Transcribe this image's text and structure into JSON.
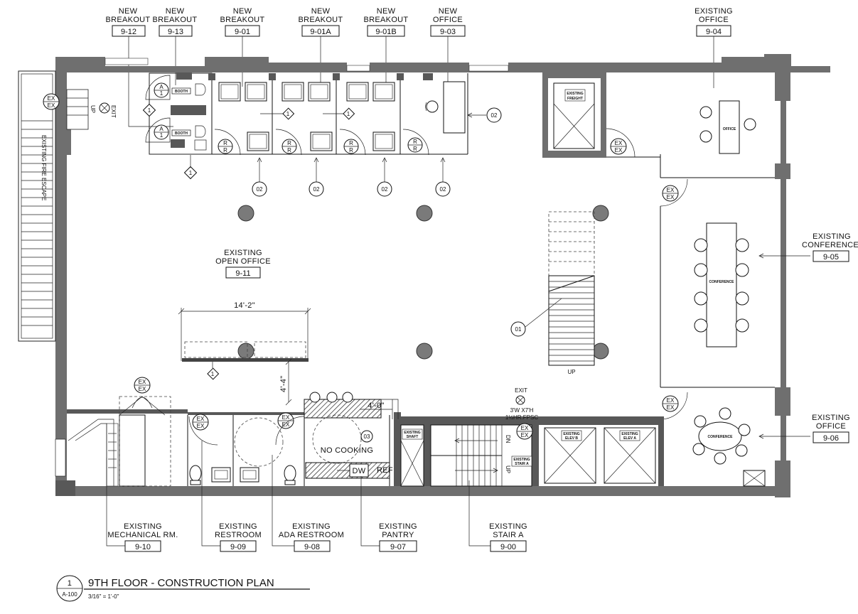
{
  "room_tags": [
    {
      "id": "9-12",
      "line1": "NEW",
      "line2": "BREAKOUT"
    },
    {
      "id": "9-13",
      "line1": "NEW",
      "line2": "BREAKOUT"
    },
    {
      "id": "9-01",
      "line1": "NEW",
      "line2": "BREAKOUT"
    },
    {
      "id": "9-01A",
      "line1": "NEW",
      "line2": "BREAKOUT"
    },
    {
      "id": "9-01B",
      "line1": "NEW",
      "line2": "BREAKOUT"
    },
    {
      "id": "9-03",
      "line1": "NEW",
      "line2": "OFFICE"
    },
    {
      "id": "9-04",
      "line1": "EXISTING",
      "line2": "OFFICE"
    },
    {
      "id": "9-05",
      "line1": "EXISTING",
      "line2": "CONFERENCE"
    },
    {
      "id": "9-06",
      "line1": "EXISTING",
      "line2": "OFFICE"
    },
    {
      "id": "9-11",
      "line1": "EXISTING",
      "line2": "OPEN OFFICE"
    },
    {
      "id": "9-10",
      "line1": "EXISTING",
      "line2": "MECHANICAL RM."
    },
    {
      "id": "9-09",
      "line1": "EXISTING",
      "line2": "RESTROOM"
    },
    {
      "id": "9-08",
      "line1": "EXISTING",
      "line2": "ADA RESTROOM"
    },
    {
      "id": "9-07",
      "line1": "EXISTING",
      "line2": "PANTRY"
    },
    {
      "id": "9-00",
      "line1": "EXISTING",
      "line2": "STAIR A"
    }
  ],
  "keynotes": [
    "01",
    "02",
    "03"
  ],
  "symbols": {
    "ex": "EX",
    "rr": "R",
    "exit": "EXIT",
    "up": "UP",
    "dn": "DN",
    "door_detail_top": "A",
    "door_detail_bottom": "1",
    "diamond": "1"
  },
  "furniture_labels": {
    "booth": "BOOTH",
    "office": "OFFICE",
    "conference": "CONFERENCE",
    "existing_freight": "EXISTING FREIGHT",
    "existing_shaft": "EXISTING SHAFT",
    "existing_elev_b": "EXISTING ELEV B",
    "existing_elev_a": "EXISTING ELEV A",
    "existing_stair_a": "EXISTING STAIR A",
    "no_cooking": "NO COOKING",
    "dw": "DW",
    "ref": "REF",
    "fire_escape": "EXISTING FIRE ESCAPE"
  },
  "dimensions": {
    "d1": "14'-2\"",
    "d2": "4'-4\"",
    "d3": "4'-0\""
  },
  "exit_note": {
    "line1": "EXIT",
    "line2": "3'W  X7'H",
    "line3": "1½HR.FPSC"
  },
  "title_block": {
    "number": "1",
    "sheet": "A-100",
    "title": "9TH FLOOR - CONSTRUCTION PLAN",
    "scale": "3/16\" = 1'-0\""
  },
  "icons": [
    "exit-sign-icon",
    "section-marker-icon",
    "keynote-diamond-icon",
    "door-swing-icon",
    "elevator-x-icon",
    "chair-icon",
    "toilet-icon",
    "sink-icon",
    "column-icon"
  ]
}
